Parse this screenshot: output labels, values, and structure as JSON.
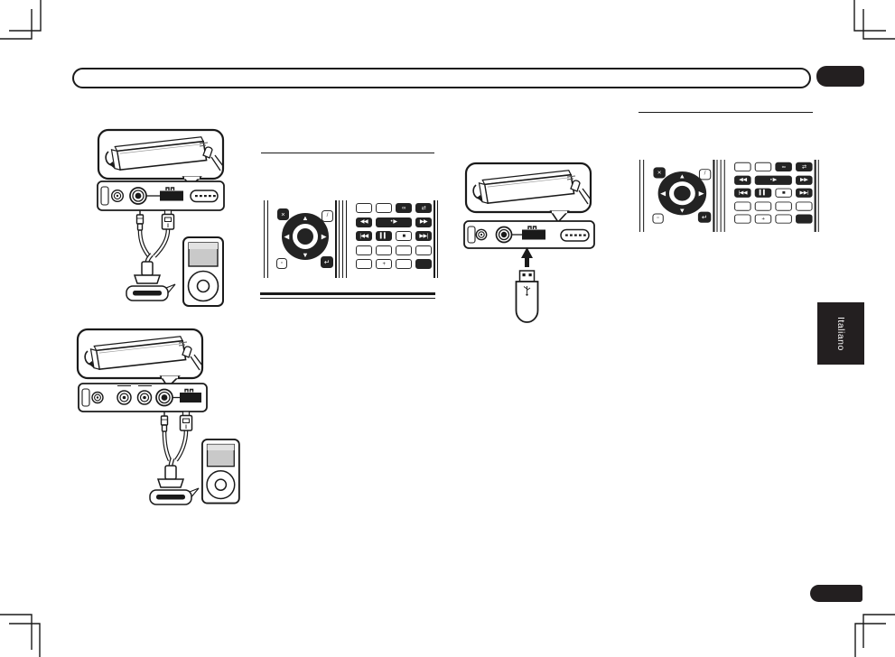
{
  "page": {
    "language_tab_label": "Italiano"
  },
  "colors": {
    "ink": "#1a1a1a",
    "tab_background": "#231f20",
    "tab_text": "#ffffff",
    "ipod_screen_gray": "#c9c9c9"
  },
  "illustrations": {
    "section_a": "head-unit-open-panel-ipod-usb-aux-connection",
    "section_b": "head-unit-open-panel-rca-ipod-usb-aux-connection",
    "section_c": "head-unit-open-panel-usb-memory-connection",
    "remote_mid": "remote-control-detail",
    "remote_right": "remote-control-detail"
  },
  "remote": {
    "dpad": {
      "up": "▲",
      "down": "▼",
      "left": "◀",
      "right": "▶"
    },
    "corner_keys": [
      {
        "name": "close-key",
        "glyph": "×"
      },
      {
        "name": "setup-key",
        "glyph": "/"
      },
      {
        "name": "display-key",
        "glyph": "▫"
      },
      {
        "name": "return-key",
        "glyph": "↵"
      }
    ],
    "key_rows": [
      [
        {
          "name": "function-key-1",
          "glyph": ""
        },
        {
          "name": "function-key-2",
          "glyph": ""
        },
        {
          "name": "repeat-key",
          "glyph": "∞"
        },
        {
          "name": "shuffle-key",
          "glyph": "⇄"
        }
      ],
      [
        {
          "name": "reverse-key",
          "glyph": "◀◀"
        },
        {
          "name": "play-key",
          "glyph": "• ▶"
        },
        {
          "name": "forward-key",
          "glyph": "▶▶"
        }
      ],
      [
        {
          "name": "previous-track-key",
          "glyph": "|◀◀"
        },
        {
          "name": "pause-key",
          "glyph": "▍▍"
        },
        {
          "name": "stop-key",
          "glyph": "■"
        },
        {
          "name": "next-track-key",
          "glyph": "▶▶|"
        }
      ],
      [
        {
          "name": "number-key-1",
          "glyph": ""
        },
        {
          "name": "number-key-2",
          "glyph": ""
        },
        {
          "name": "number-key-3",
          "glyph": ""
        },
        {
          "name": "number-key-4",
          "glyph": ""
        }
      ],
      [
        {
          "name": "number-key-5",
          "glyph": ""
        },
        {
          "name": "plus-key",
          "glyph": "+"
        },
        {
          "name": "number-key-7",
          "glyph": ""
        },
        {
          "name": "dark-function-key",
          "glyph": ""
        }
      ]
    ]
  }
}
